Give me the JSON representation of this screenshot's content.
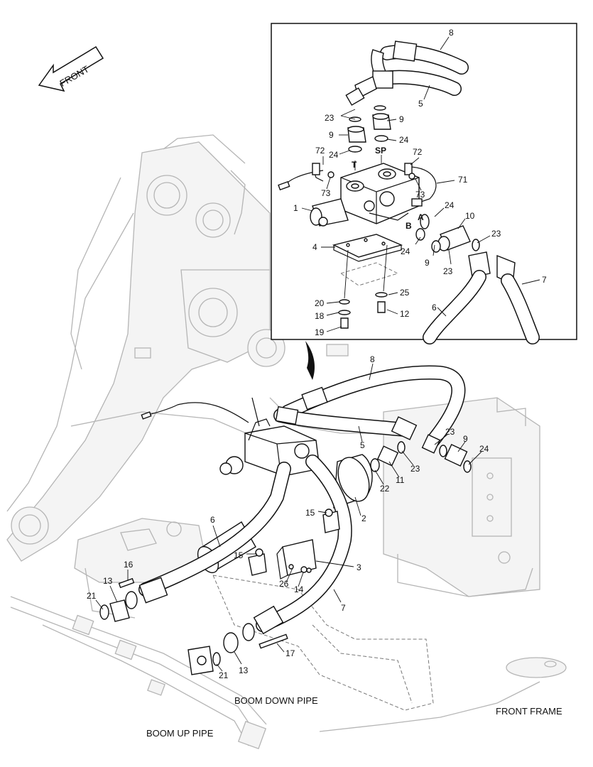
{
  "front_arrow_label": "FRONT",
  "captions": {
    "boom_down_pipe": "BOOM DOWN PIPE",
    "boom_up_pipe": "BOOM UP PIPE",
    "front_frame": "FRONT FRAME"
  },
  "inset_letters": {
    "t": "T",
    "sp": "SP",
    "a": "A",
    "b": "B"
  },
  "inset_part_numbers": {
    "p8": "8",
    "p5": "5",
    "p23a": "23",
    "p9a": "9",
    "p9b": "9",
    "p24a": "24",
    "p24b": "24",
    "p72a": "72",
    "p72b": "72",
    "p73a": "73",
    "p73b": "73",
    "p71": "71",
    "p1": "1",
    "p24c": "24",
    "p10": "10",
    "p24d": "24",
    "p23b": "23",
    "p9c": "9",
    "p23c": "23",
    "p4": "4",
    "p7": "7",
    "p20": "20",
    "p25": "25",
    "p6": "6",
    "p18": "18",
    "p12": "12",
    "p19": "19"
  },
  "main_part_numbers": {
    "p8": "8",
    "p5": "5",
    "p23a": "23",
    "p9": "9",
    "p24": "24",
    "p23b": "23",
    "p11": "11",
    "p22": "22",
    "p2": "2",
    "p15a": "15",
    "p6": "6",
    "p15b": "15",
    "p3": "3",
    "p16": "16",
    "p13a": "13",
    "p26": "26",
    "p14": "14",
    "p21a": "21",
    "p7": "7",
    "p17": "17",
    "p21b": "21",
    "p13b": "13"
  }
}
